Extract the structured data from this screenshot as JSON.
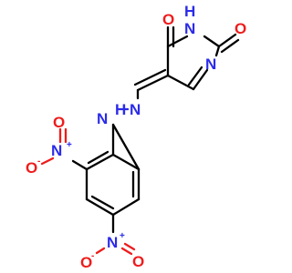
{
  "molecule": {
    "atoms": {
      "o_carbonyl_4": "O",
      "nh_ring": "H",
      "nh_ring_n": "N",
      "o_carbonyl_2": "O",
      "n_ring": "N",
      "nh_hydrazone": "H",
      "nh_hydrazone_n": "N",
      "n_hydrazone": "N",
      "nitro_ortho_n": "N",
      "nitro_ortho_plus": "+",
      "nitro_ortho_o_double": "O",
      "nitro_ortho_o_single": "O",
      "nitro_ortho_minus": "-",
      "nitro_para_n": "N",
      "nitro_para_plus": "+",
      "nitro_para_o_single": "O",
      "nitro_para_minus": "-",
      "nitro_para_o_double": "O"
    },
    "colors": {
      "carbon_bond": "#000000",
      "nitrogen": "#2B2BEA",
      "oxygen": "#EE1C1C"
    }
  }
}
